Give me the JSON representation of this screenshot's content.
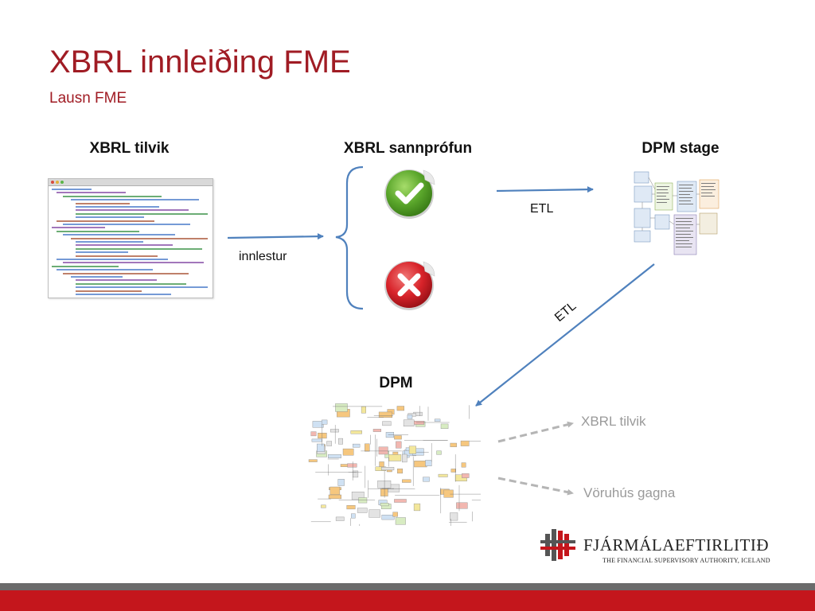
{
  "slide": {
    "title": "XBRL innleiðing FME",
    "subtitle": "Lausn FME"
  },
  "columns": {
    "xbrl_tilvik": "XBRL tilvik",
    "xbrl_sannprofun": "XBRL sannprófun",
    "dpm_stage": "DPM stage",
    "dpm": "DPM"
  },
  "arrows": {
    "innlestur": "innlestur",
    "etl_top": "ETL",
    "etl_diag": "ETL"
  },
  "outputs": {
    "xbrl_tilvik": "XBRL tilvik",
    "voruhus": "Vöruhús gagna"
  },
  "logo": {
    "name": "FJÁRMÁLAEFTIRLITIÐ",
    "tagline": "THE FINANCIAL SUPERVISORY AUTHORITY, ICELAND"
  },
  "colors": {
    "accent_red": "#c4161c",
    "title_red": "#a01c24",
    "arrow_blue": "#4f81bd",
    "check_green": "#5aa62b",
    "cross_red": "#d8232a",
    "footer_gray": "#6b6b6b",
    "faded_text": "#9a9a9a"
  },
  "icons": {
    "valid": "check-icon",
    "invalid": "cross-icon"
  }
}
